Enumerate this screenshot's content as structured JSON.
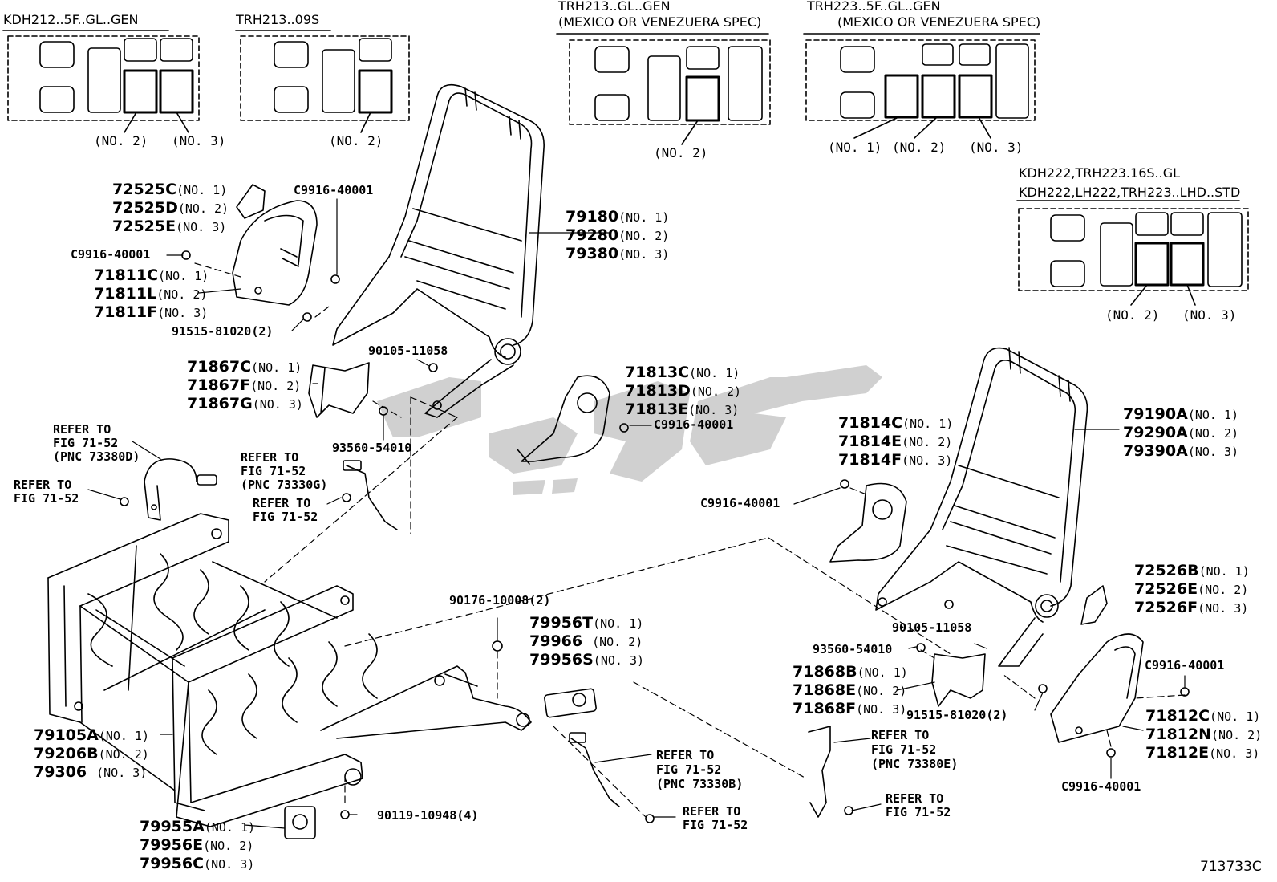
{
  "header_codes": {
    "kdh212": "KDH212..5F..GL..GEN",
    "trh213_09s": "TRH213..09S",
    "trh213_gen": "TRH213..GL..GEN",
    "trh213_spec": "(MEXICO OR VENEZUERA SPEC)",
    "trh223_gen": "TRH223..5F..GL..GEN",
    "trh223_spec": "(MEXICO OR VENEZUERA SPEC)",
    "kdh222_gl": "KDH222,TRH223.16S..GL",
    "kdh222_std": "KDH222,LH222,TRH223..LHD..STD"
  },
  "seat_positions": {
    "no1": "(NO. 1)",
    "no2": "(NO. 2)",
    "no3": "(NO. 3)"
  },
  "qualifiers": {
    "no1": "(NO. 1)",
    "no2": "(NO. 2)",
    "no3": "(NO. 3)"
  },
  "parts": {
    "p72525c": "72525C",
    "p72525d": "72525D",
    "p72525e": "72525E",
    "c9916_a": "C9916-40001",
    "c9916_b": "C9916-40001",
    "c9916_c": "C9916-40001",
    "c9916_d": "C9916-40001",
    "c9916_e": "C9916-40001",
    "c9916_f": "C9916-40001",
    "p71811c": "71811C",
    "p71811l": "71811L",
    "p71811f": "71811F",
    "p91515_a": "91515-81020(2)",
    "p91515_b": "91515-81020(2)",
    "p79180": "79180",
    "p79280": "79280",
    "p79380": "79380",
    "p90105_a": "90105-11058",
    "p90105_b": "90105-11058",
    "p71867c": "71867C",
    "p71867f": "71867F",
    "p71867g": "71867G",
    "p93560_a": "93560-54010",
    "p93560_b": "93560-54010",
    "p71813c": "71813C",
    "p71813d": "71813D",
    "p71813e": "71813E",
    "p71814c": "71814C",
    "p71814e": "71814E",
    "p71814f": "71814F",
    "p79190a": "79190A",
    "p79290a": "79290A",
    "p79390a": "79390A",
    "p72526b": "72526B",
    "p72526e": "72526E",
    "p72526f": "72526F",
    "p71812c": "71812C",
    "p71812n": "71812N",
    "p71812e": "71812E",
    "p71868b": "71868B",
    "p71868e": "71868E",
    "p71868f": "71868F",
    "p90176": "90176-10008(2)",
    "p79956t": "79956T",
    "p79966": "79966",
    "p79956s": "79956S",
    "p79105a": "79105A",
    "p79206b": "79206B",
    "p79306": "79306",
    "p79955a": "79955A",
    "p79956e": "79956E",
    "p79956c": "79956C",
    "p90119": "90119-10948(4)"
  },
  "refers": {
    "r1_l1": "REFER TO",
    "r1_l2": "FIG 71-52",
    "r1_l3": "(PNC 73380D)",
    "r2_l1": "REFER TO",
    "r2_l2": "FIG 71-52",
    "r3_l1": "REFER TO",
    "r3_l2": "FIG 71-52",
    "r3_l3": "(PNC 73330G)",
    "r4_l1": "REFER TO",
    "r4_l2": "FIG 71-52",
    "r5_l1": "REFER TO",
    "r5_l2": "FIG 71-52",
    "r5_l3": "(PNC 73330B)",
    "r6_l1": "REFER TO",
    "r6_l2": "FIG 71-52",
    "r7_l1": "REFER TO",
    "r7_l2": "FIG 71-52",
    "r7_l3": "(PNC 73380E)",
    "r8_l1": "REFER TO",
    "r8_l2": "FIG 71-52"
  },
  "figure_number": "713733C",
  "colors": {
    "ink": "#000000",
    "watermark": "#c8c8c8",
    "paper": "#ffffff"
  }
}
